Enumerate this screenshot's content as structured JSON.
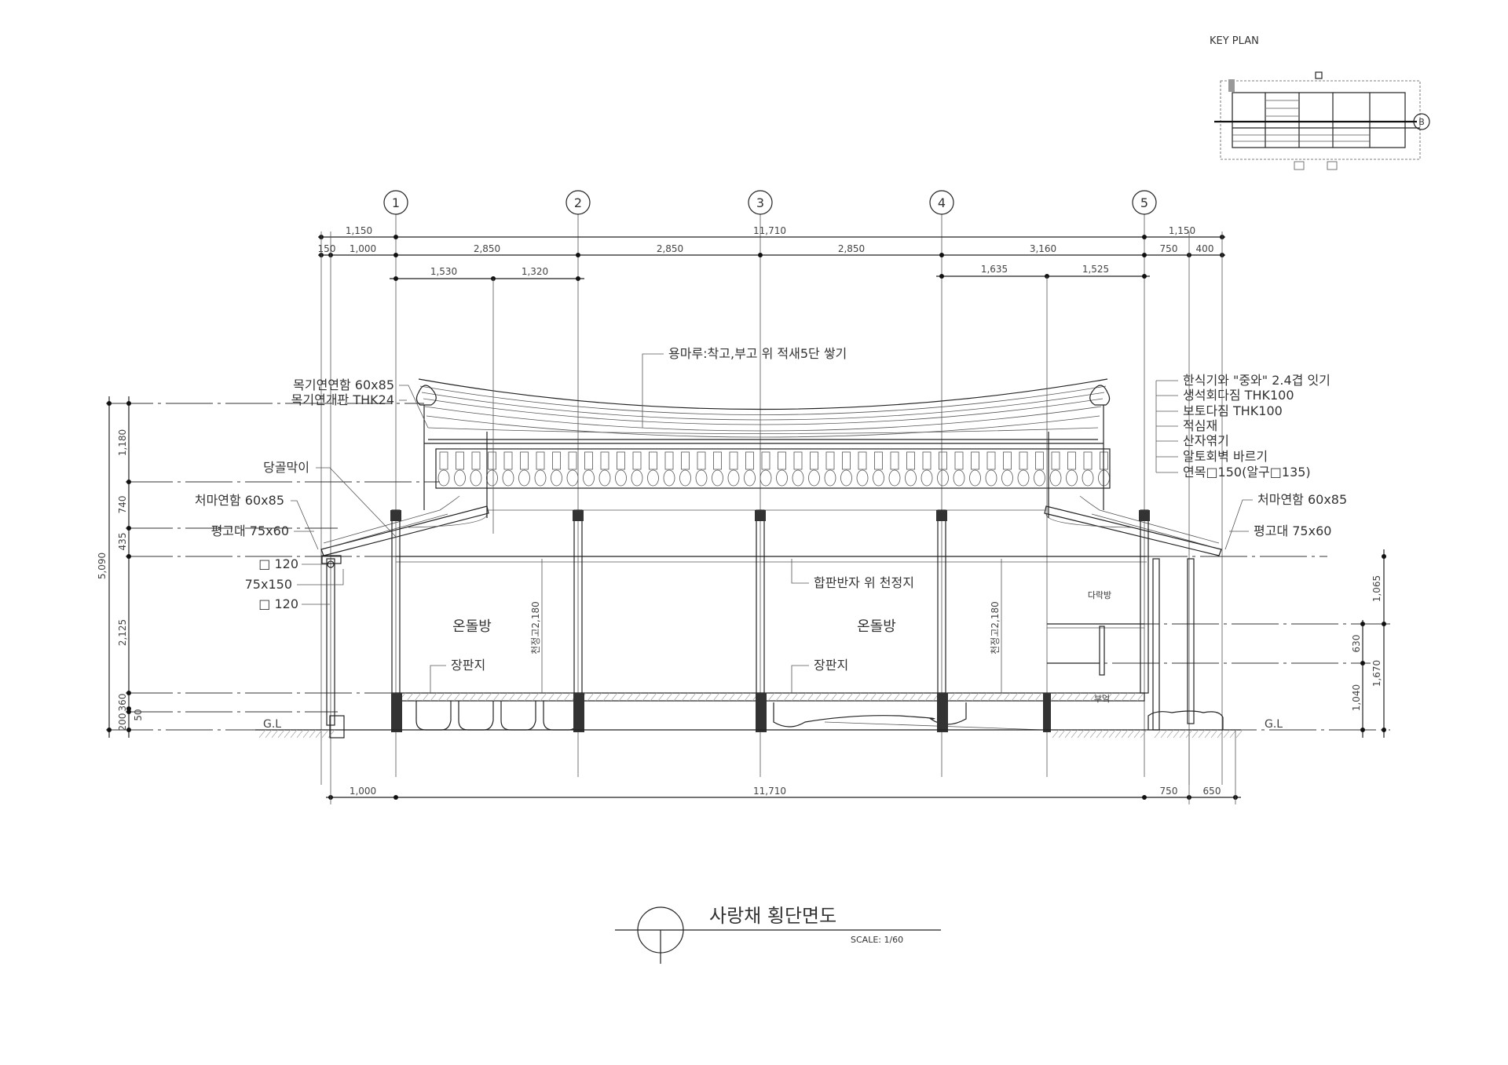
{
  "key_plan": {
    "label": "KEY PLAN",
    "section_mark": "B"
  },
  "grid_labels": [
    "1",
    "2",
    "3",
    "4",
    "5"
  ],
  "dims_top": {
    "row1": [
      "1,150",
      "11,710",
      "1,150"
    ],
    "row2": [
      "150",
      "1,000",
      "2,850",
      "2,850",
      "2,850",
      "3,160",
      "750",
      "400"
    ],
    "row3": [
      "1,530",
      "1,320",
      "1,635",
      "1,525"
    ]
  },
  "dims_left": {
    "total": "5,090",
    "parts": [
      "1,180",
      "740",
      "435",
      "2,125",
      "360",
      "200",
      "50"
    ]
  },
  "dims_right": [
    "1,065",
    "630",
    "1,040",
    "1,670"
  ],
  "dims_bottom": [
    "1,000",
    "11,710",
    "750",
    "650"
  ],
  "annotations": {
    "ridge": "용마루:착고,부고 위 적새5단 쌓기",
    "left": [
      "목기연연함 60x85",
      "목기연개판 THK24",
      "당골막이",
      "처마연함 60x85",
      "평고대 75x60",
      "□ 120",
      "75x150",
      "□ 120"
    ],
    "right_list": [
      "한식기와 \"중와\" 2.4겹 잇기",
      "생석회다짐 THK100",
      "보토다짐 THK100",
      "적심재",
      "산자엮기",
      "알토회벽 바르기",
      "연목□150(알구□135)"
    ],
    "right_eave": [
      "처마연함 60x85",
      "평고대 75x60"
    ],
    "ceiling": "합판반자 위 천정지",
    "floor_left": "장판지",
    "floor_right": "장판지",
    "ceiling_height_left": "천정고2,180",
    "ceiling_height_right": "천정고2,180"
  },
  "rooms": {
    "ondol_left": "온돌방",
    "ondol_right": "온돌방",
    "attic": "다락방",
    "kitchen": "부엌"
  },
  "ground_level": {
    "left": "G.L",
    "right": "G.L"
  },
  "title": {
    "name": "사랑채 횡단면도",
    "scale": "SCALE: 1/60"
  }
}
